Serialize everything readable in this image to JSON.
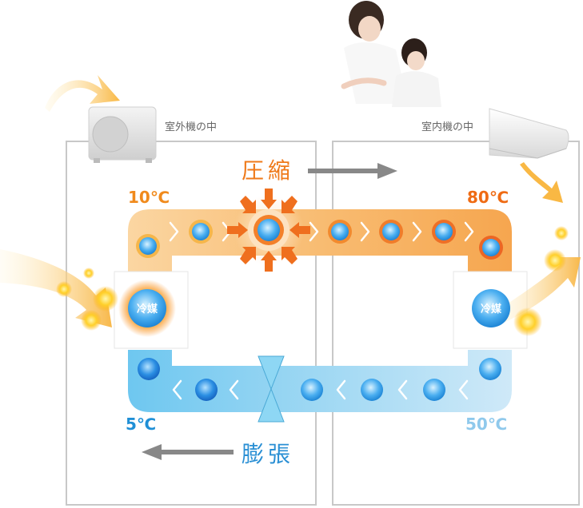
{
  "units": {
    "outdoor": "室外機の中",
    "indoor": "室内機の中"
  },
  "temperatures": {
    "outdoor_hot": "10℃",
    "indoor_hot": "80℃",
    "outdoor_cold": "5℃",
    "indoor_cold": "50℃"
  },
  "processes": {
    "compression": "圧縮",
    "expansion": "膨張"
  },
  "refrigerant": {
    "outdoor": "冷媒",
    "indoor": "冷媒"
  },
  "colors": {
    "hot_pipe": "#f9c27a",
    "cold_pipe": "#8ed2f2",
    "compression_text": "#ef7a1a",
    "expansion_text": "#2a8fd4",
    "arrow_gray": "#888888",
    "heat_glow": "#ffc21a"
  }
}
